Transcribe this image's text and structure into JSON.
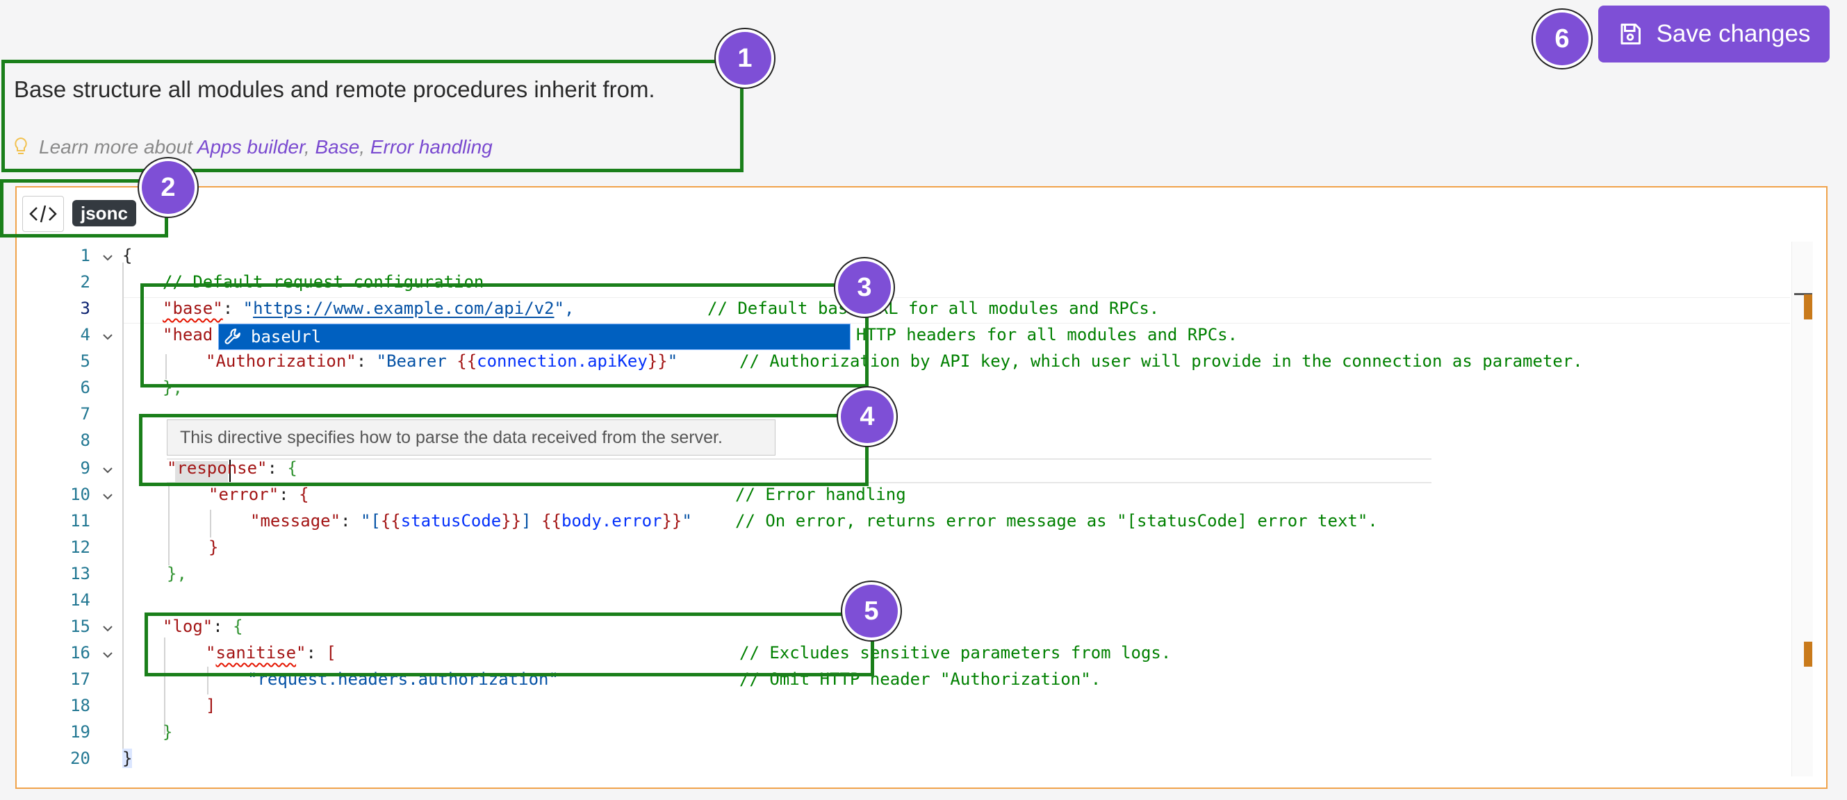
{
  "header": {
    "description": "Base structure all modules and remote procedures inherit from.",
    "learn_more_prefix": "Learn more about",
    "links": [
      "Apps builder",
      "Base",
      "Error handling"
    ],
    "separator": ", ",
    "save_label": "Save changes"
  },
  "editor": {
    "language": "jsonc",
    "line_numbers": [
      "1",
      "2",
      "3",
      "4",
      "5",
      "6",
      "7",
      "8",
      "9",
      "10",
      "11",
      "12",
      "13",
      "14",
      "15",
      "16",
      "17",
      "18",
      "19",
      "20"
    ],
    "autocomplete": {
      "item": "baseUrl"
    },
    "hover_tooltip": "This directive specifies how to parse the data received from the server.",
    "lines": {
      "l1": "{",
      "l2": "// Default request configuration",
      "l3_key": "\"base\"",
      "l3_colon": ": ",
      "l3_val_q1": "\"",
      "l3_url": "https://www.example.com/api/v2",
      "l3_val_q2": "\",",
      "l3_comment": "// Default base URL for all modules and RPCs.",
      "l4_key": "\"head",
      "l4_comment": "HTTP headers for all modules and RPCs.",
      "l5_key": "\"Authorization\"",
      "l5_colon": ": ",
      "l5_v1": "\"Bearer ",
      "l5_open": "{{",
      "l5_expr": "connection.apiKey",
      "l5_close": "}}",
      "l5_v2": "\"",
      "l5_comment": "// Authorization by API key, which user will provide in the connection as parameter.",
      "l6": "},",
      "l9_q1": "\"",
      "l9_key": "response",
      "l9_q2": "\"",
      "l9_colon": ": ",
      "l9_brace": "{",
      "l10_key": "\"error\"",
      "l10_colon": ": ",
      "l10_brace": "{",
      "l10_comment": "// Error handling",
      "l11_key": "\"message\"",
      "l11_colon": ": ",
      "l11_v1": "\"[",
      "l11_o1": "{{",
      "l11_e1": "statusCode",
      "l11_c1": "}}",
      "l11_v2": "] ",
      "l11_o2": "{{",
      "l11_e2": "body.error",
      "l11_c2": "}}",
      "l11_v3": "\"",
      "l11_comment": "// On error, returns error message as \"[statusCode] error text\".",
      "l12": "}",
      "l13": "},",
      "l15_key": "\"log\"",
      "l15_colon": ": ",
      "l15_brace": "{",
      "l16_q1": "\"",
      "l16_key": "sanitise",
      "l16_q2": "\"",
      "l16_colon": ": ",
      "l16_bracket": "[",
      "l16_comment": "// Excludes sensitive parameters from logs.",
      "l17_val": "\"request.headers.authorization\"",
      "l17_comment": "// Omit HTTP header \"Authorization\".",
      "l18": "]",
      "l19": "}",
      "l20": "}"
    }
  },
  "annotations": [
    "1",
    "2",
    "3",
    "4",
    "5",
    "6"
  ],
  "colors": {
    "accent": "#7e4fd6",
    "annotation_box": "#1a7f1a",
    "editor_border": "#f0a24a"
  }
}
